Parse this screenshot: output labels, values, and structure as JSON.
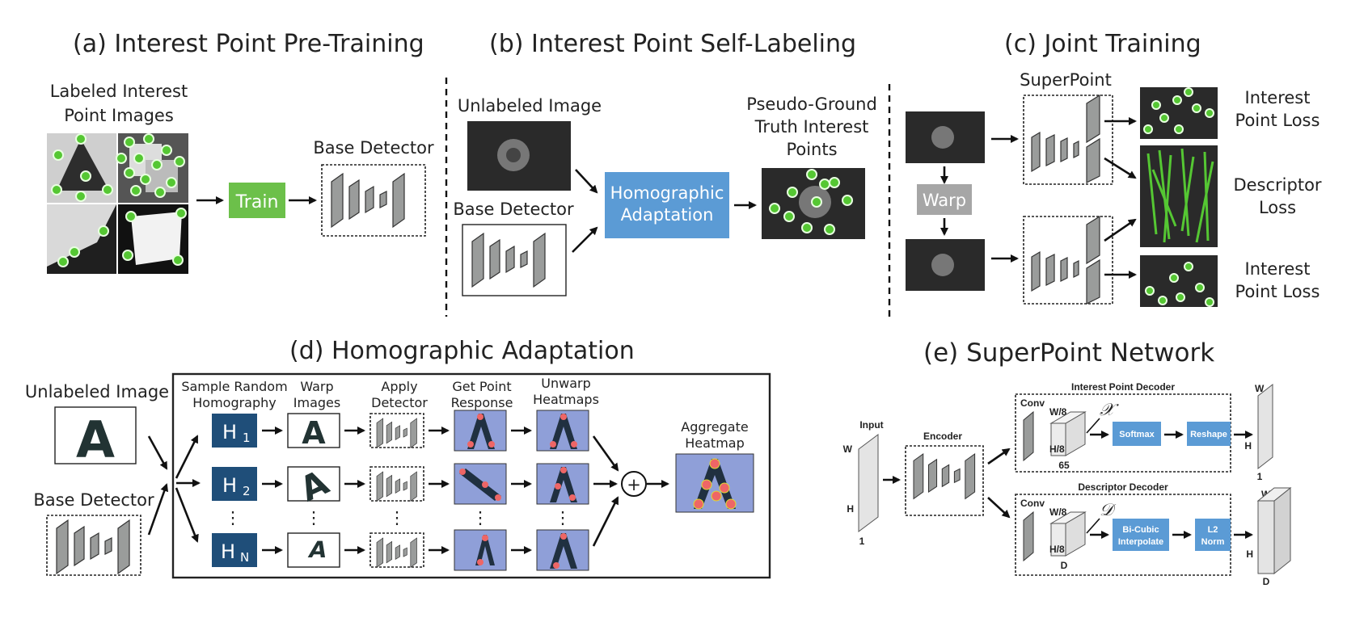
{
  "panels": {
    "a": {
      "title": "(a) Interest Point Pre-Training",
      "images_label_line1": "Labeled Interest",
      "images_label_line2": "Point Images",
      "train": "Train",
      "base_detector": "Base Detector"
    },
    "b": {
      "title": "(b) Interest Point Self-Labeling",
      "unlabeled": "Unlabeled Image",
      "base_detector": "Base Detector",
      "ha_line1": "Homographic",
      "ha_line2": "Adaptation",
      "pgt_line1": "Pseudo-Ground",
      "pgt_line2": "Truth Interest",
      "pgt_line3": "Points"
    },
    "c": {
      "title": "(c) Joint Training",
      "superpoint": "SuperPoint",
      "warp": "Warp",
      "ip_loss1_line1": "Interest",
      "ip_loss1_line2": "Point Loss",
      "desc_loss_line1": "Descriptor",
      "desc_loss_line2": "Loss",
      "ip_loss2_line1": "Interest",
      "ip_loss2_line2": "Point Loss"
    },
    "d": {
      "title": "(d) Homographic Adaptation",
      "unlabeled": "Unlabeled Image",
      "letter": "A",
      "base_detector": "Base Detector",
      "col1_line1": "Sample Random",
      "col1_line2": "Homography",
      "col2_line1": "Warp",
      "col2_line2": "Images",
      "col3_line1": "Apply",
      "col3_line2": "Detector",
      "col4_line1": "Get Point",
      "col4_line2": "Response",
      "col5_line1": "Unwarp",
      "col5_line2": "Heatmaps",
      "agg_line1": "Aggregate",
      "agg_line2": "Heatmap",
      "h1": "H",
      "h1_sub": "1",
      "h2": "H",
      "h2_sub": "2",
      "hn": "H",
      "hn_sub": "N",
      "plus": "+",
      "dots": "⋮"
    },
    "e": {
      "title": "(e) SuperPoint Network",
      "input": "Input",
      "encoder": "Encoder",
      "ipd": "Interest Point Decoder",
      "dd": "Descriptor Decoder",
      "conv": "Conv",
      "w": "W",
      "h": "H",
      "one": "1",
      "w8": "W/8",
      "h8": "H/8",
      "n65": "65",
      "d": "D",
      "x_sym": "𝒳",
      "d_sym": "𝒟",
      "softmax": "Softmax",
      "reshape": "Reshape",
      "bicubic_line1": "Bi-Cubic",
      "bicubic_line2": "Interpolate",
      "l2_line1": "L2",
      "l2_line2": "Norm"
    }
  },
  "colors": {
    "train_green": "#6cc04a",
    "ha_blue": "#5b9bd5",
    "h_navy": "#1f4e79",
    "warp_gray": "#a6a6a6",
    "point_green": "#55c733",
    "heatmap_blue": "#8f9fd8"
  }
}
